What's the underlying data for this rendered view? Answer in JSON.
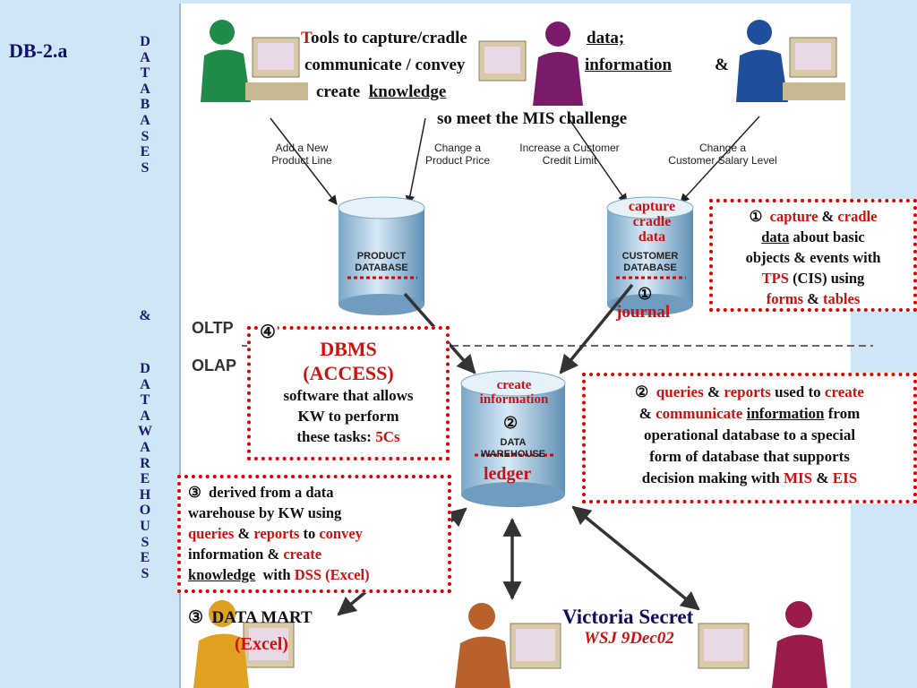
{
  "slide_id": "DB-2.a",
  "vertical_title_top": [
    "D",
    "A",
    "T",
    "A",
    "B",
    "A",
    "S",
    "E",
    "S"
  ],
  "vertical_amp": "&",
  "vertical_title_bottom": [
    "D",
    "A",
    "T",
    "A",
    "W",
    "A",
    "R",
    "E",
    "H",
    "O",
    "U",
    "S",
    "E",
    "S"
  ],
  "header": {
    "line1_first_letter": "T",
    "line1_rest": "ools to capture/cradle",
    "line1_data": "data;",
    "line2_a": "communicate /  convey",
    "line2_info": "information",
    "line2_amp": "&",
    "line3_a": "create",
    "line3_kw": "knowledge",
    "line4": "so meet the MIS challenge"
  },
  "actions": {
    "a1": [
      "Add a New",
      "Product Line"
    ],
    "a2": [
      "Change a",
      "Product Price"
    ],
    "a3": [
      "Increase a Customer",
      "Credit Limit"
    ],
    "a4": [
      "Change a",
      "Customer Salary Level"
    ]
  },
  "databases": {
    "product": [
      "PRODUCT",
      "DATABASE"
    ],
    "customer": [
      "CUSTOMER",
      "DATABASE"
    ],
    "warehouse": [
      "DATA",
      "WAREHOUSE"
    ]
  },
  "customer_db_overlay": {
    "capture": "capture",
    "cradle": "cradle",
    "data": "data",
    "num": "①",
    "journal": "journal"
  },
  "warehouse_overlay": {
    "create": "create",
    "information": "information",
    "num": "②",
    "ledger": "ledger"
  },
  "layers": {
    "oltp": "OLTP",
    "olap": "OLAP"
  },
  "box1": {
    "num": "①",
    "capture": "capture",
    "amp": "&",
    "cradle": "cradle",
    "data": "data",
    "about": "about basic",
    "line2": "objects & events with",
    "tps": "TPS",
    "cis": "(CIS) using",
    "forms": "forms",
    "amp2": "&",
    "tables": "tables"
  },
  "box2": {
    "num": "②",
    "queries": "queries",
    "amp": "&",
    "reports": "reports",
    "used_to": "used to",
    "create": "create",
    "amp2": "&",
    "communicate": "communicate",
    "information": "information",
    "from": "from",
    "line3": "operational database to a special",
    "line4": "form of database that supports",
    "line5a": "decision making with",
    "mis": "MIS",
    "amp3": "&",
    "eis": "EIS"
  },
  "box3": {
    "num": "③",
    "line1": "derived from a data",
    "line2": "warehouse by KW using",
    "queries": "queries",
    "amp": "&",
    "reports": "reports",
    "to": "to",
    "convey": "convey",
    "information": "information &",
    "create": "create",
    "knowledge": "knowledge",
    "with": "with",
    "dss": "DSS (Excel)"
  },
  "box4": {
    "num": "④",
    "dbms": "DBMS",
    "access": "(ACCESS)",
    "line3": "software that allows",
    "line4": "KW to perform",
    "line5": "these tasks:",
    "cs": "5Cs"
  },
  "data_mart": {
    "num": "③",
    "label": "DATA MART",
    "excel": "(Excel)"
  },
  "victoria": {
    "title": "Victoria Secret",
    "source": "WSJ 9Dec02"
  },
  "colors": {
    "accent_red": "#d01010",
    "box_border": "#e00000",
    "background": "#cfe6f7",
    "title_navy": "#10106a"
  }
}
